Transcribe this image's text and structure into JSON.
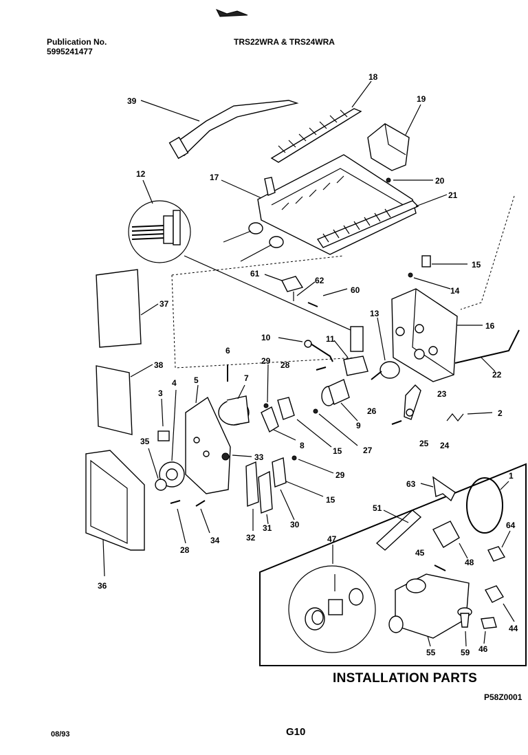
{
  "header": {
    "publication_label": "Publication No.",
    "publication_number": "5995241477",
    "models": "TRS22WRA & TRS24WRA"
  },
  "section_title": "INSTALLATION PARTS",
  "drawing_code": "P58Z0001",
  "footer": {
    "date": "08/93",
    "page": "G10"
  },
  "callouts": {
    "c1": "1",
    "c2": "2",
    "c3": "3",
    "c4": "4",
    "c5": "5",
    "c6": "6",
    "c7": "7",
    "c8": "8",
    "c9": "9",
    "c10": "10",
    "c11": "11",
    "c12": "12",
    "c13": "13",
    "c14": "14",
    "c15a": "15",
    "c15b": "15",
    "c15c": "15",
    "c16": "16",
    "c17": "17",
    "c18": "18",
    "c19": "19",
    "c20": "20",
    "c21": "21",
    "c22": "22",
    "c23": "23",
    "c24": "24",
    "c25": "25",
    "c26": "26",
    "c27": "27",
    "c28a": "28",
    "c28b": "28",
    "c29a": "29",
    "c29b": "29",
    "c30": "30",
    "c31": "31",
    "c32": "32",
    "c33": "33",
    "c34": "34",
    "c35": "35",
    "c36": "36",
    "c37": "37",
    "c38": "38",
    "c39": "39",
    "c44": "44",
    "c45": "45",
    "c46": "46",
    "c47": "47",
    "c48": "48",
    "c51": "51",
    "c55": "55",
    "c59": "59",
    "c60": "60",
    "c61": "61",
    "c62": "62",
    "c63": "63",
    "c64": "64"
  }
}
